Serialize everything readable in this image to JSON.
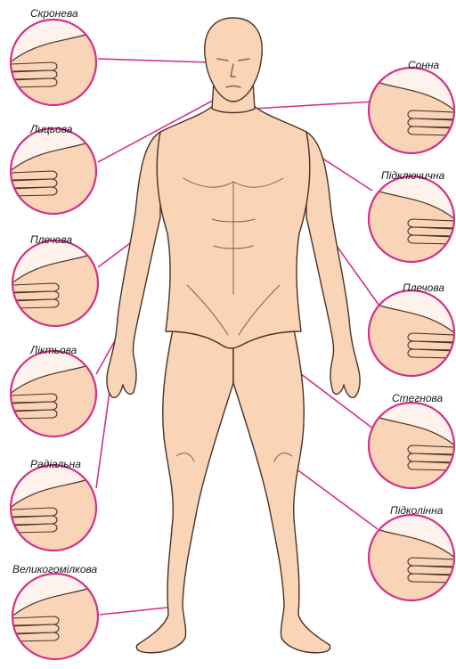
{
  "colors": {
    "skin": "#f9d4b6",
    "skin_shade": "#e9b595",
    "outline": "#4a3228",
    "leader": "#d0338a",
    "bg": "#ffffff"
  },
  "pulse_points": [
    {
      "id": "temporal",
      "label": "Скронева",
      "side": "left"
    },
    {
      "id": "facial",
      "label": "Лицьова",
      "side": "left"
    },
    {
      "id": "brachial-left",
      "label": "Плечова",
      "side": "left"
    },
    {
      "id": "ulnar",
      "label": "Ліктьова",
      "side": "left"
    },
    {
      "id": "radial",
      "label": "Радіальна",
      "side": "left"
    },
    {
      "id": "tibial",
      "label": "Великогомілкова",
      "side": "left"
    },
    {
      "id": "carotid",
      "label": "Сонна",
      "side": "right"
    },
    {
      "id": "subclavian",
      "label": "Підключична",
      "side": "right"
    },
    {
      "id": "brachial-right",
      "label": "Плечова",
      "side": "right"
    },
    {
      "id": "femoral",
      "label": "Стегнова",
      "side": "right"
    },
    {
      "id": "popliteal",
      "label": "Підколінна",
      "side": "right"
    }
  ]
}
